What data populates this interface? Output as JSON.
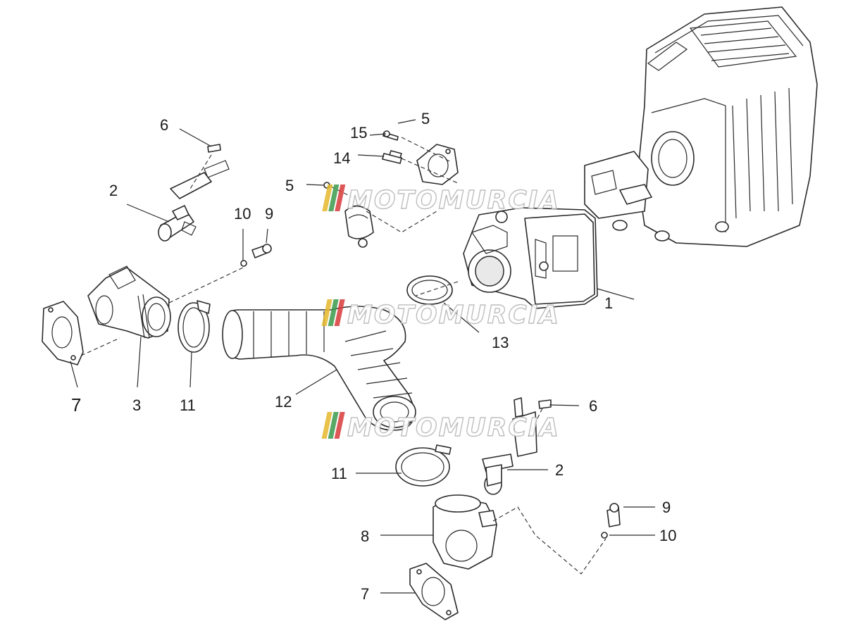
{
  "watermark": {
    "text": "MOTOMURCIA",
    "stripe_colors": [
      "#e4b72c",
      "#3a9a4a",
      "#d83a3a"
    ]
  },
  "callouts": {
    "c1": "1",
    "c2a": "2",
    "c2b": "2",
    "c3": "3",
    "c5a": "5",
    "c5b": "5",
    "c6a": "6",
    "c6b": "6",
    "c7a": "7",
    "c7b": "7",
    "c8": "8",
    "c9a": "9",
    "c9b": "9",
    "c10a": "10",
    "c10b": "10",
    "c11a": "11",
    "c11b": "11",
    "c12": "12",
    "c13": "13",
    "c14": "14",
    "c15": "15"
  }
}
